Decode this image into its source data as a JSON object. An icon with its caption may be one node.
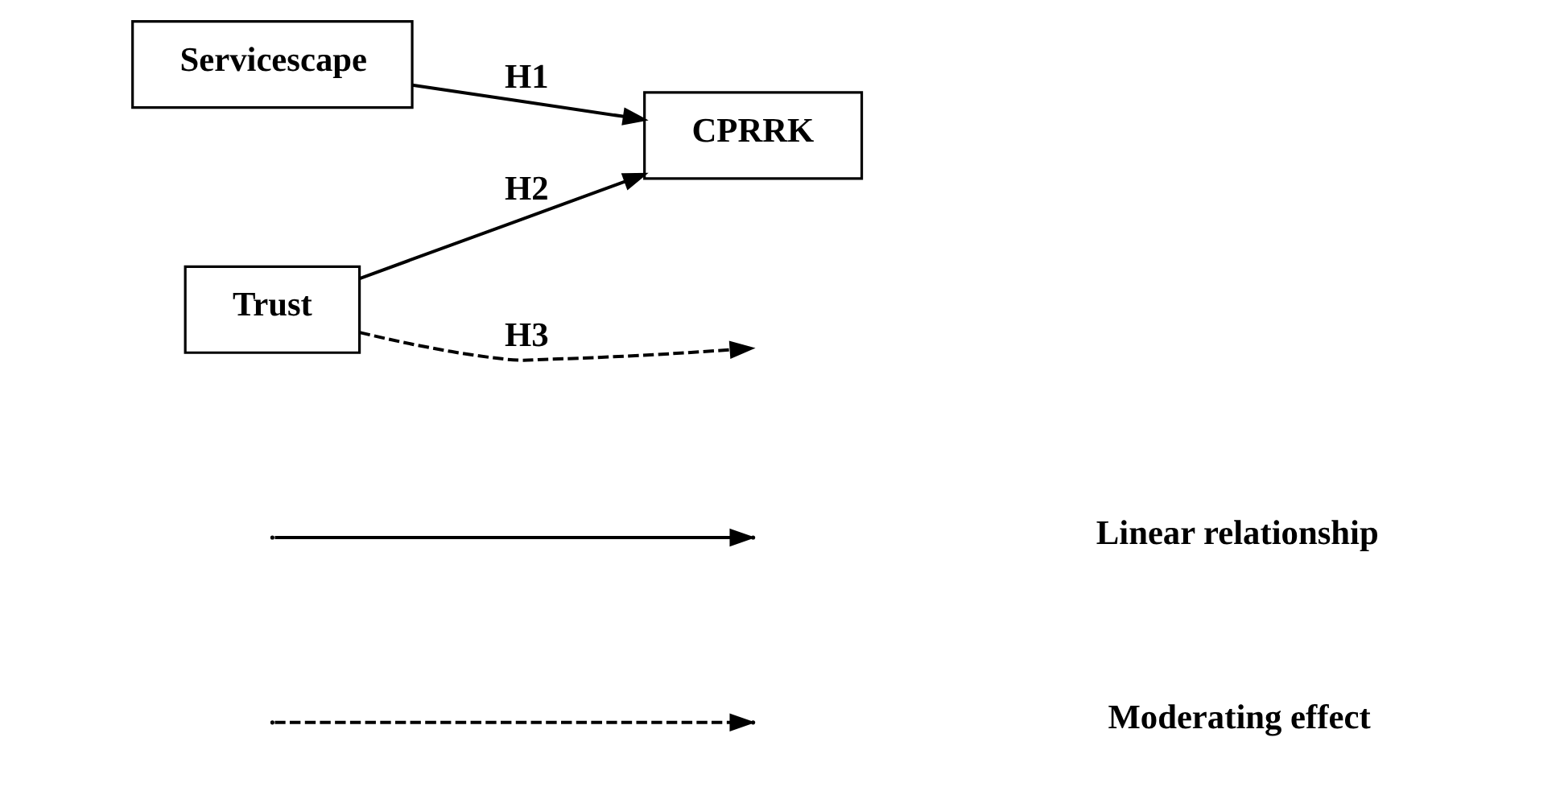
{
  "diagram": {
    "nodes": [
      {
        "text": [
          "Servicescape"
        ]
      },
      {
        "text": [
          "CPRRK"
        ]
      },
      {
        "text": [
          "Trust"
        ]
      }
    ],
    "edges": [
      {
        "from": 0,
        "to": 1,
        "arrow": "to",
        "label": "H1"
      },
      {
        "from": 2,
        "to": 1,
        "arrow": "to",
        "label": "H2"
      },
      {
        "from": 2,
        "to": null,
        "arrow": "to",
        "label": "H3",
        "style": "dashed"
      }
    ],
    "legend": [
      {
        "text": "Linear relationship"
      },
      {
        "text": "Moderating effect"
      }
    ]
  }
}
